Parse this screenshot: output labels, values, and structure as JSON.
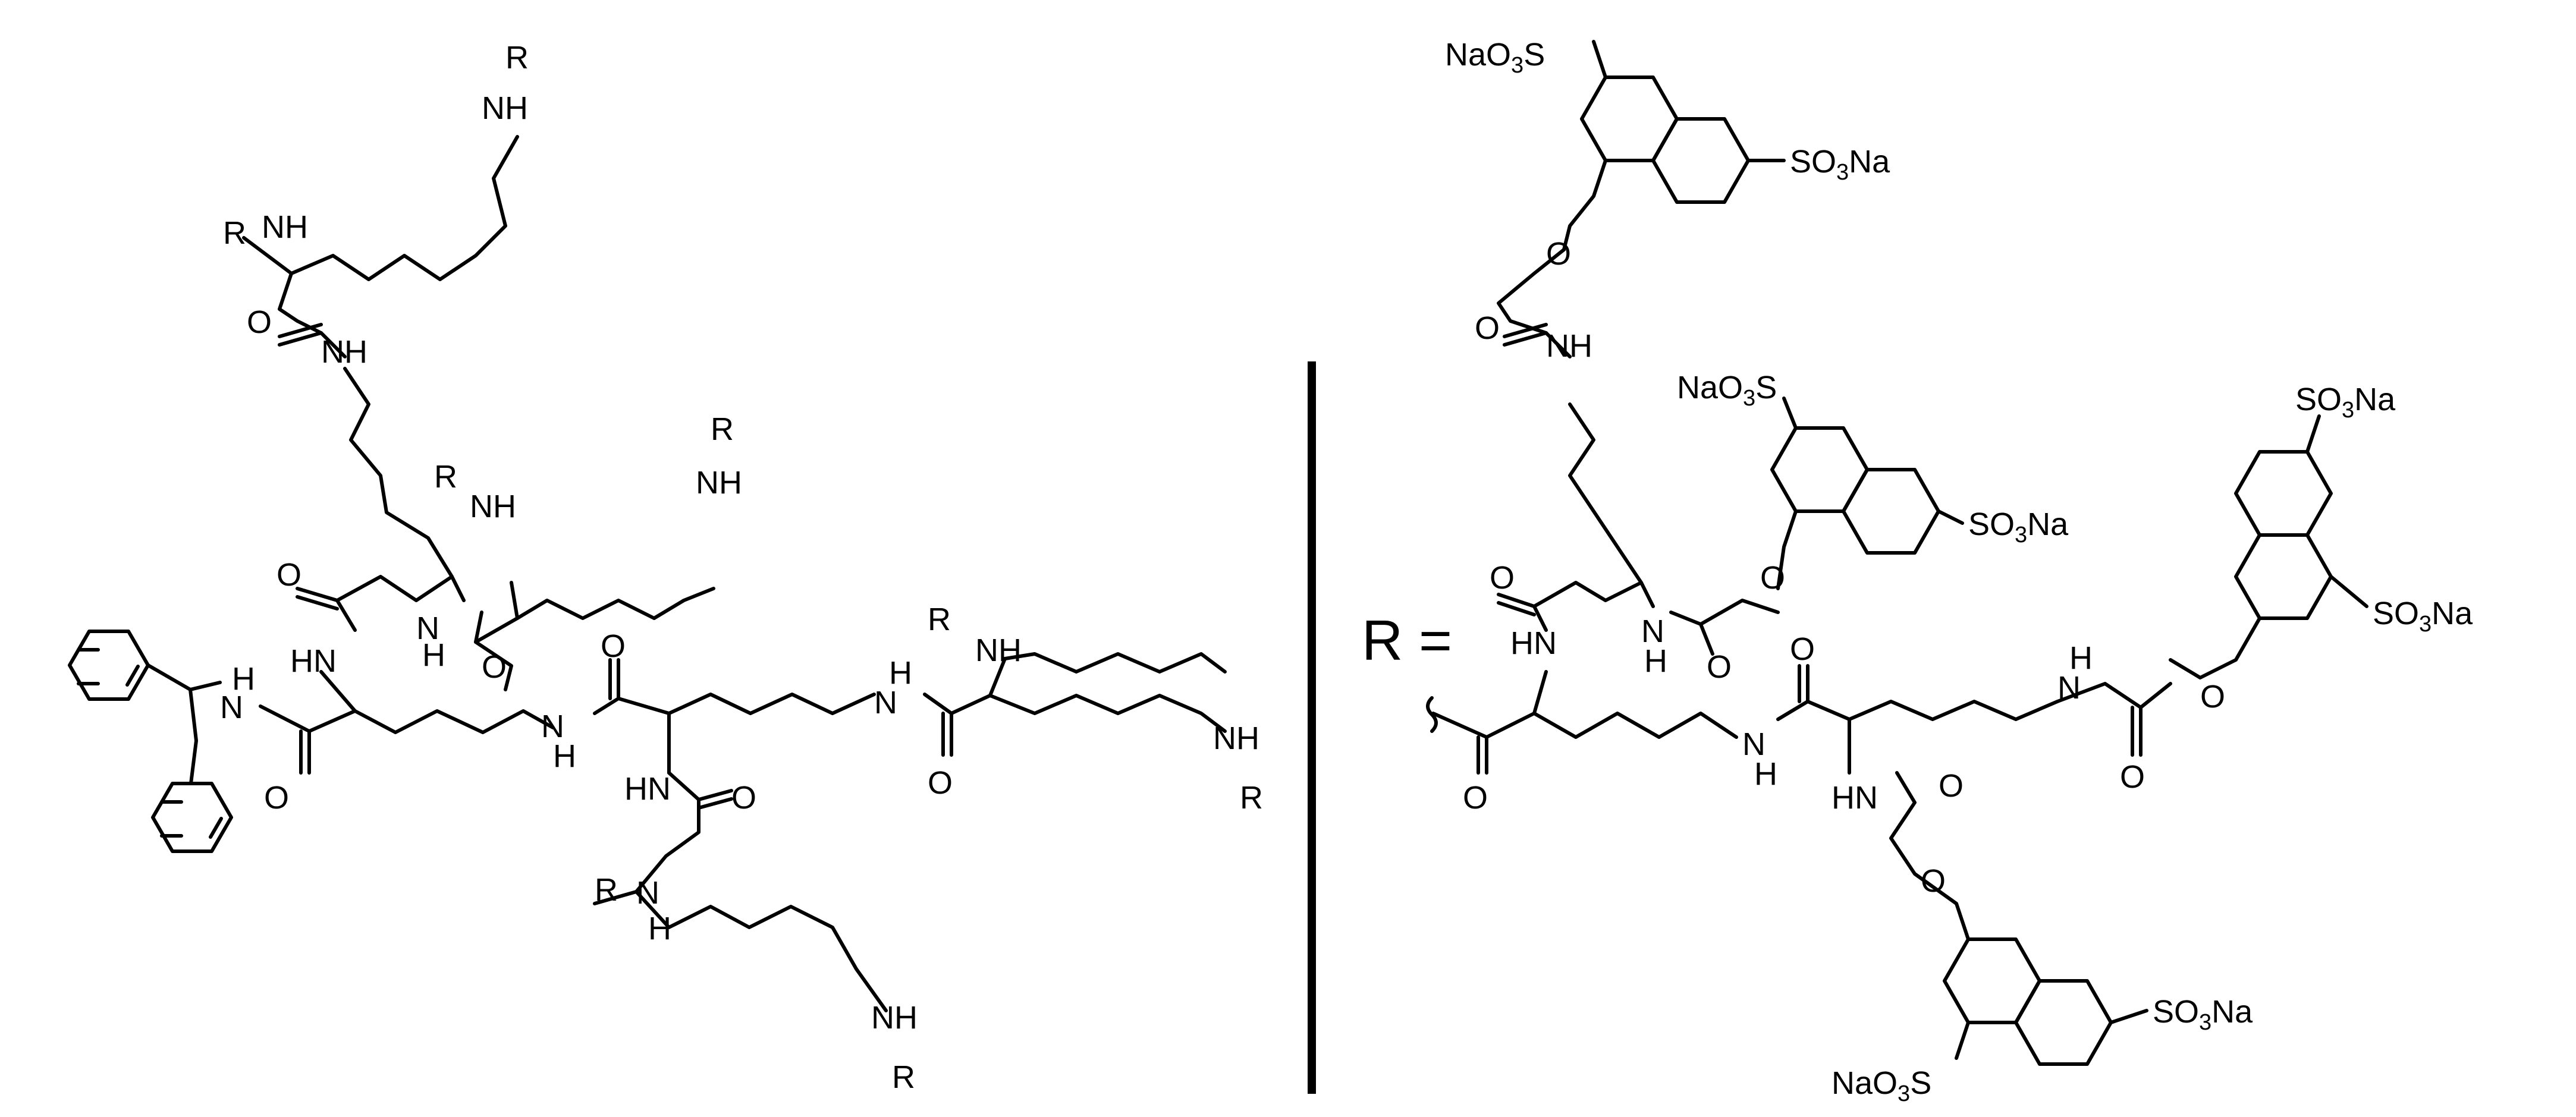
{
  "labels": {
    "nh": "NH",
    "hn": "HN",
    "h": "H",
    "n": "N",
    "o": "O",
    "r": "R",
    "r_equals": "R =",
    "s": "S",
    "na": "Na",
    "nao": "NaO",
    "so": "SO",
    "three": "3"
  },
  "colors": {
    "ink": "#000000",
    "background": "#ffffff"
  }
}
